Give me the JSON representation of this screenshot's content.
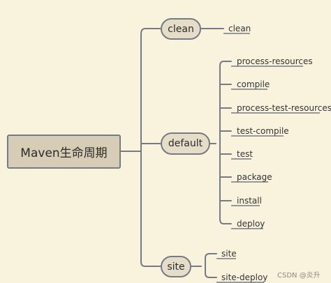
{
  "root": {
    "label": "Maven生命周期"
  },
  "branches": [
    {
      "label": "clean",
      "leaves": [
        "clean"
      ]
    },
    {
      "label": "default",
      "leaves": [
        "process-resources",
        "compile",
        "process-test-resources",
        "test-compile",
        "test",
        "package",
        "install",
        "deploy"
      ]
    },
    {
      "label": "site",
      "leaves": [
        "site",
        "site-deploy"
      ]
    }
  ],
  "watermark": "CSDN @炎升",
  "colors": {
    "background": "#f9f3de",
    "line": "#757b84",
    "root_fill": "#d7ccb6",
    "branch_fill": "#e6ddc9"
  }
}
